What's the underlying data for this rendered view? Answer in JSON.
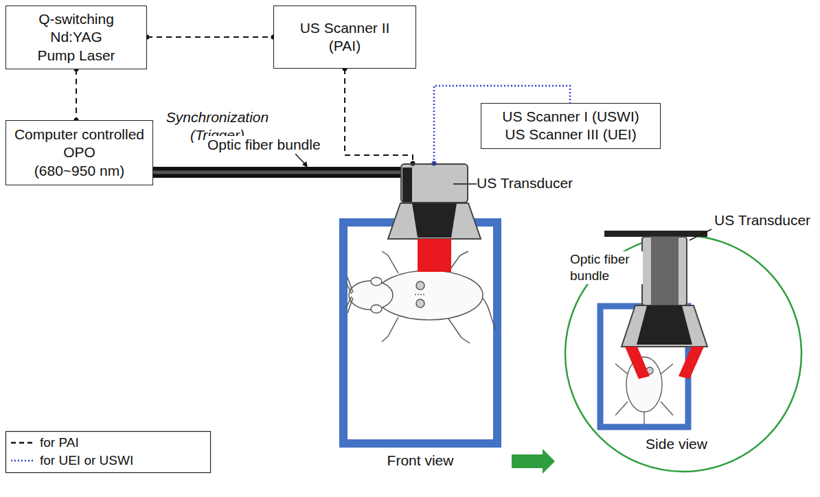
{
  "diagram": {
    "nodes": [
      {
        "text": [
          "Q-switching Nd:YAG Pump Laser"
        ]
      },
      {
        "text": [
          "US Scanner II (PAI)"
        ]
      },
      {
        "text": [
          "Computer controlled OPO",
          "(680~950 nm)"
        ]
      },
      {
        "text": [
          "US Scanner I (USWI)",
          "US Scanner III (UEI)"
        ]
      },
      {
        "text": [
          "US Transducer"
        ]
      }
    ],
    "edges": [
      {
        "from": 0,
        "to": 1,
        "arrow": "none"
      },
      {
        "from": 0,
        "to": 2,
        "arrow": "none"
      },
      {
        "from": 1,
        "to": 4,
        "arrow": "none"
      },
      {
        "from": 4,
        "to": 3,
        "arrow": "none"
      },
      {
        "from": 2,
        "to": 4,
        "arrow": "none"
      }
    ],
    "labels": [
      "Synchronization (Trigger)",
      "Optic fiber bundle",
      "US Transducer",
      "Optic fiber bundle",
      "Front view",
      "Side view"
    ],
    "legend": [
      {
        "text": "for PAI"
      },
      {
        "text": "for UEI or USWI"
      }
    ]
  }
}
